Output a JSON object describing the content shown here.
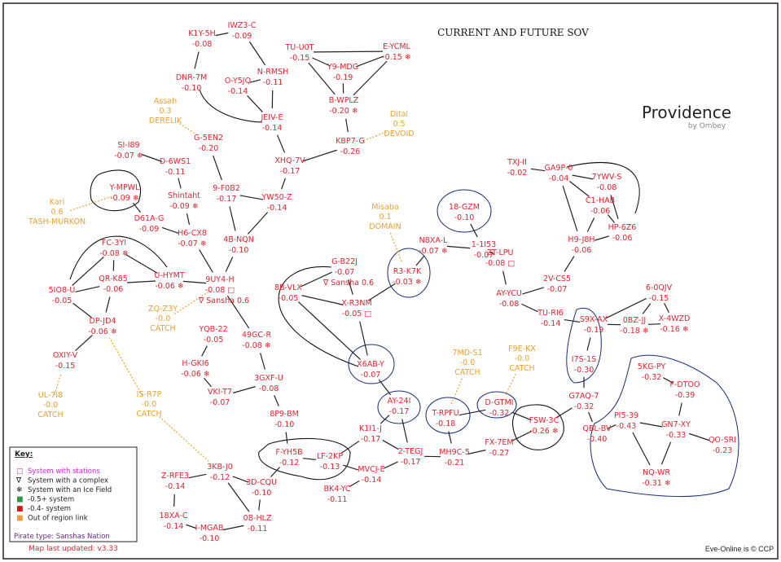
{
  "title": "CURRENT AND FUTURE SOV",
  "region": "Providence",
  "author": "by Ombey",
  "copyright": "Eve-Online is © CCP",
  "updated": "Map last updated: v3.33",
  "colors": {
    "system": "#e8232e",
    "external": "#f0a030",
    "edge": "#222222"
  },
  "key": {
    "heading": "Key:",
    "items": [
      {
        "icon": "station-icon",
        "glyph": "□",
        "label": "System with stations",
        "color": "#e020e0"
      },
      {
        "icon": "complex-icon",
        "glyph": "∇",
        "label": "System with a complex",
        "color": "#111111"
      },
      {
        "icon": "ice-field-icon",
        "glyph": "❄",
        "label": "System with an Ice Field",
        "color": "#111111"
      },
      {
        "icon": "green-square-icon",
        "glyph": "■",
        "label": "-0.5+ system",
        "color": "#2a9a50"
      },
      {
        "icon": "red-square-icon",
        "glyph": "■",
        "label": "-0.4- system",
        "color": "#e81010"
      },
      {
        "icon": "orange-square-icon",
        "glyph": "■",
        "label": "Out of region link",
        "color": "#f0a030"
      }
    ],
    "pirate": "Pirate type: Sanshas Nation"
  },
  "systems": [
    {
      "n": "K1Y-5H",
      "s": "-0.08"
    },
    {
      "n": "IWZ3-C",
      "s": "-0.09"
    },
    {
      "n": "TU-U0T",
      "s": "-0.15"
    },
    {
      "n": "E-YCML",
      "s": "-0.15",
      "ice": true
    },
    {
      "n": "DNR-7M",
      "s": "-0.10"
    },
    {
      "n": "N-RMSH",
      "s": "-0.11"
    },
    {
      "n": "O-Y5JQ",
      "s": "-0.14"
    },
    {
      "n": "Y9-MDG",
      "s": "-0.19"
    },
    {
      "n": "JEIV-E",
      "s": "-0.14"
    },
    {
      "n": "B-WPLZ",
      "s": "-0.20",
      "ice": true
    },
    {
      "n": "G-5EN2",
      "s": "-0.20"
    },
    {
      "n": "KBP7-G",
      "s": "-0.26"
    },
    {
      "n": "XHQ-7V",
      "s": "-0.17"
    },
    {
      "n": "SI-I89",
      "s": "-0.07",
      "ice": true
    },
    {
      "n": "D-6WS1",
      "s": "-0.11"
    },
    {
      "n": "Y-MPWL",
      "s": "-0.09",
      "ice": true
    },
    {
      "n": "Shintaht",
      "s": "-0.09",
      "ice": true
    },
    {
      "n": "9-F0B2",
      "s": "-0.17"
    },
    {
      "n": "YW50-Z",
      "s": "-0.14"
    },
    {
      "n": "D61A-G",
      "s": "-0.09"
    },
    {
      "n": "H6-CX8",
      "s": "-0.07",
      "ice": true
    },
    {
      "n": "4B-NQN",
      "s": "-0.10"
    },
    {
      "n": "FC-3YI",
      "s": "-0.08",
      "ice": true
    },
    {
      "n": "G-B22J",
      "s": "-0.07",
      "cx": "∇ Sansha 0.6"
    },
    {
      "n": "QR-K85",
      "s": "-0.06"
    },
    {
      "n": "U-HYMT",
      "s": "-0.06",
      "ice": true
    },
    {
      "n": "9UY4-H",
      "s": "-0.08",
      "st": true,
      "cx": "∇ Sansha 0.6"
    },
    {
      "n": "8B-VLX",
      "s": "-0.05"
    },
    {
      "n": "X-R3NM",
      "s": "-0.05",
      "st": true
    },
    {
      "n": "5IO8-U",
      "s": "-0.05"
    },
    {
      "n": "DP-JD4",
      "s": "-0.06",
      "ice": true
    },
    {
      "n": "YQB-22",
      "s": "-0.05"
    },
    {
      "n": "49GC-R",
      "s": "-0.08",
      "ice": true
    },
    {
      "n": "OXIY-V",
      "s": "-0.15"
    },
    {
      "n": "H-GKI6",
      "s": "-0.06",
      "ice": true
    },
    {
      "n": "X6AB-Y",
      "s": "-0.07"
    },
    {
      "n": "3GXF-U",
      "s": "-0.08"
    },
    {
      "n": "VKI-T7",
      "s": "-0.07"
    },
    {
      "n": "8P9-BM",
      "s": "-0.10"
    },
    {
      "n": "F-YH5B",
      "s": "-0.12"
    },
    {
      "n": "LF-2KP",
      "s": "-0.13"
    },
    {
      "n": "K1I1-J",
      "s": "-0.17"
    },
    {
      "n": "AY-24I",
      "s": "-0.17"
    },
    {
      "n": "2-TEGJ",
      "s": "-0.17"
    },
    {
      "n": "MVCJ-E",
      "s": "-0.14"
    },
    {
      "n": "BK4-YC",
      "s": "-0.11"
    },
    {
      "n": "3KB-J0",
      "s": "-0.12"
    },
    {
      "n": "Z-RFE3",
      "s": "-0.14"
    },
    {
      "n": "3D-CQU",
      "s": "-0.10"
    },
    {
      "n": "18XA-C",
      "s": "-0.14"
    },
    {
      "n": "I-MGAB",
      "s": "-0.10"
    },
    {
      "n": "0B-HLZ",
      "s": "-0.11"
    },
    {
      "n": "T-RPFU",
      "s": "-0.18"
    },
    {
      "n": "D-GTMI",
      "s": "-0.32"
    },
    {
      "n": "MH9C-5",
      "s": "-0.21"
    },
    {
      "n": "FX-7EM",
      "s": "-0.27"
    },
    {
      "n": "FSW-3C",
      "s": "-0.26",
      "ice": true
    },
    {
      "n": "G7AQ-7",
      "s": "-0.32"
    },
    {
      "n": "I7S-1S",
      "s": "-0.30"
    },
    {
      "n": "QBL-BV",
      "s": "-0.40"
    },
    {
      "n": "5KG-PY",
      "s": "-0.32"
    },
    {
      "n": "F-DTOO",
      "s": "-0.39"
    },
    {
      "n": "PI5-39",
      "s": "-0.43"
    },
    {
      "n": "GN7-XY",
      "s": "-0.33"
    },
    {
      "n": "QO-SRI",
      "s": "-0.23"
    },
    {
      "n": "NQ-WR",
      "s": "-0.31",
      "ice": true
    },
    {
      "n": "18-GZM",
      "s": "-0.10"
    },
    {
      "n": "N8XA-L",
      "s": "-0.07",
      "ice": true
    },
    {
      "n": "1-1I53",
      "s": "-0.07"
    },
    {
      "n": "ZT-LPU",
      "s": "-0.08",
      "st": true
    },
    {
      "n": "R3-K7K",
      "s": "-0.03",
      "ice": true
    },
    {
      "n": "AY-YCU",
      "s": "-0.08"
    },
    {
      "n": "2V-CS5",
      "s": "-0.07"
    },
    {
      "n": "TU-RI6",
      "s": "-0.14"
    },
    {
      "n": "TXJ-II",
      "s": "-0.02"
    },
    {
      "n": "GA9P-0",
      "s": "-0.04"
    },
    {
      "n": "7YWV-S",
      "s": "-0.08"
    },
    {
      "n": "C1-HAB",
      "s": "-0.06"
    },
    {
      "n": "HP-6Z6",
      "s": "-0.06"
    },
    {
      "n": "H9-J8H",
      "s": "-0.06"
    },
    {
      "n": "6-0QJV",
      "s": "-0.15"
    },
    {
      "n": "S9X-AX",
      "s": "-0.19"
    },
    {
      "n": "0BZ-JJ",
      "s": "-0.18",
      "ice": true
    },
    {
      "n": "X-4WZD",
      "s": "-0.16",
      "ice": true
    }
  ],
  "external": [
    {
      "n": "Assah",
      "s": "0.3",
      "r": "DERELIK"
    },
    {
      "n": "Dital",
      "s": "0.5",
      "r": "DEVOID"
    },
    {
      "n": "Kari",
      "s": "0.6",
      "r": "TASH-MURKON"
    },
    {
      "n": "Misaba",
      "s": "0.1",
      "r": "DOMAIN"
    },
    {
      "n": "ZQ-Z3Y",
      "s": "-0.0",
      "r": "CATCH"
    },
    {
      "n": "UL-7I8",
      "s": "-0.0",
      "r": "CATCH"
    },
    {
      "n": "IS-R7P",
      "s": "-0.0",
      "r": "CATCH"
    },
    {
      "n": "7MD-S1",
      "s": "-0.0",
      "r": "CATCH"
    },
    {
      "n": "F9E-KX",
      "s": "-0.0",
      "r": "CATCH"
    }
  ],
  "links": [
    [
      "K1Y-5H",
      "IWZ3-C"
    ],
    [
      "K1Y-5H",
      "DNR-7M"
    ],
    [
      "IWZ3-C",
      "N-RMSH"
    ],
    [
      "N-RMSH",
      "O-Y5JQ"
    ],
    [
      "N-RMSH",
      "JEIV-E"
    ],
    [
      "O-Y5JQ",
      "JEIV-E"
    ],
    [
      "TU-U0T",
      "E-YCML"
    ],
    [
      "TU-U0T",
      "Y9-MDG"
    ],
    [
      "TU-U0T",
      "B-WPLZ"
    ],
    [
      "E-YCML",
      "Y9-MDG"
    ],
    [
      "E-YCML",
      "B-WPLZ"
    ],
    [
      "Y9-MDG",
      "B-WPLZ"
    ],
    [
      "B-WPLZ",
      "KBP7-G"
    ],
    [
      "KBP7-G",
      "XHQ-7V"
    ],
    [
      "JEIV-E",
      "XHQ-7V"
    ],
    [
      "XHQ-7V",
      "YW50-Z"
    ],
    [
      "G-5EN2",
      "9-F0B2"
    ],
    [
      "9-F0B2",
      "YW50-Z"
    ],
    [
      "9-F0B2",
      "4B-NQN"
    ],
    [
      "YW50-Z",
      "4B-NQN"
    ],
    [
      "4B-NQN",
      "9UY4-H"
    ],
    [
      "SI-I89",
      "D-6WS1"
    ],
    [
      "D-6WS1",
      "Shintaht"
    ],
    [
      "Shintaht",
      "H6-CX8"
    ],
    [
      "Y-MPWL",
      "D61A-G"
    ],
    [
      "D61A-G",
      "H6-CX8"
    ],
    [
      "H6-CX8",
      "9UY4-H"
    ],
    [
      "FC-3YI",
      "5IO8-U"
    ],
    [
      "FC-3YI",
      "QR-K85"
    ],
    [
      "FC-3YI",
      "U-HYMT"
    ],
    [
      "5IO8-U",
      "QR-K85"
    ],
    [
      "QR-K85",
      "U-HYMT"
    ],
    [
      "QR-K85",
      "DP-JD4"
    ],
    [
      "5IO8-U",
      "DP-JD4"
    ],
    [
      "U-HYMT",
      "9UY4-H"
    ],
    [
      "DP-JD4",
      "OXIY-V"
    ],
    [
      "9UY4-H",
      "49GC-R"
    ],
    [
      "49GC-R",
      "3GXF-U"
    ],
    [
      "YQB-22",
      "H-GKI6"
    ],
    [
      "H-GKI6",
      "VKI-T7"
    ],
    [
      "VKI-T7",
      "3GXF-U"
    ],
    [
      "3GXF-U",
      "8P9-BM"
    ],
    [
      "8P9-BM",
      "F-YH5B"
    ],
    [
      "F-YH5B",
      "LF-2KP"
    ],
    [
      "LF-2KP",
      "K1I1-J"
    ],
    [
      "LF-2KP",
      "MVCJ-E"
    ],
    [
      "F-YH5B",
      "3D-CQU"
    ],
    [
      "3KB-J0",
      "Z-RFE3"
    ],
    [
      "3KB-J0",
      "3D-CQU"
    ],
    [
      "3KB-J0",
      "0B-HLZ"
    ],
    [
      "Z-RFE3",
      "18XA-C"
    ],
    [
      "18XA-C",
      "I-MGAB"
    ],
    [
      "I-MGAB",
      "0B-HLZ"
    ],
    [
      "0B-HLZ",
      "3D-CQU"
    ],
    [
      "MVCJ-E",
      "BK4-YC"
    ],
    [
      "MVCJ-E",
      "2-TEGJ"
    ],
    [
      "K1I1-J",
      "2-TEGJ"
    ],
    [
      "K1I1-J",
      "AY-24I"
    ],
    [
      "AY-24I",
      "2-TEGJ"
    ],
    [
      "X6AB-Y",
      "AY-24I"
    ],
    [
      "8B-VLX",
      "G-B22J"
    ],
    [
      "8B-VLX",
      "X-R3NM"
    ],
    [
      "8B-VLX",
      "X6AB-Y"
    ],
    [
      "G-B22J",
      "X-R3NM"
    ],
    [
      "X-R3NM",
      "X6AB-Y"
    ],
    [
      "X-R3NM",
      "R3-K7K"
    ],
    [
      "R3-K7K",
      "N8XA-L"
    ],
    [
      "N8XA-L",
      "1-1I53"
    ],
    [
      "1-1I53",
      "18-GZM"
    ],
    [
      "1-1I53",
      "ZT-LPU"
    ],
    [
      "ZT-LPU",
      "AY-YCU"
    ],
    [
      "AY-YCU",
      "2V-CS5"
    ],
    [
      "2V-CS5",
      "H9-J8H"
    ],
    [
      "AY-YCU",
      "TU-RI6"
    ],
    [
      "TU-RI6",
      "S9X-AX"
    ],
    [
      "TXJ-II",
      "GA9P-0"
    ],
    [
      "GA9P-0",
      "7YWV-S"
    ],
    [
      "GA9P-0",
      "C1-HAB"
    ],
    [
      "GA9P-0",
      "H9-J8H"
    ],
    [
      "7YWV-S",
      "HP-6Z6"
    ],
    [
      "C1-HAB",
      "HP-6Z6"
    ],
    [
      "C1-HAB",
      "H9-J8H"
    ],
    [
      "H9-J8H",
      "HP-6Z6"
    ],
    [
      "S9X-AX",
      "6-0QJV"
    ],
    [
      "S9X-AX",
      "0BZ-JJ"
    ],
    [
      "0BZ-JJ",
      "X-4WZD"
    ],
    [
      "6-0QJV",
      "0BZ-JJ"
    ],
    [
      "6-0QJV",
      "X-4WZD"
    ],
    [
      "S9X-AX",
      "I7S-1S"
    ],
    [
      "I7S-1S",
      "G7AQ-7"
    ],
    [
      "G7AQ-7",
      "FSW-3C"
    ],
    [
      "G7AQ-7",
      "QBL-BV"
    ],
    [
      "FSW-3C",
      "D-GTMI"
    ],
    [
      "FSW-3C",
      "FX-7EM"
    ],
    [
      "D-GTMI",
      "T-RPFU"
    ],
    [
      "T-RPFU",
      "MH9C-5"
    ],
    [
      "MH9C-5",
      "FX-7EM"
    ],
    [
      "2-TEGJ",
      "MH9C-5"
    ],
    [
      "QBL-BV",
      "PI5-39"
    ],
    [
      "PI5-39",
      "GN7-XY"
    ],
    [
      "PI5-39",
      "NQ-WR"
    ],
    [
      "GN7-XY",
      "F-DTOO"
    ],
    [
      "5KG-PY",
      "F-DTOO"
    ],
    [
      "GN7-XY",
      "QO-SRI"
    ],
    [
      "GN7-XY",
      "NQ-WR"
    ]
  ],
  "external_links": [
    [
      "Assah",
      "G-5EN2"
    ],
    [
      "Dital",
      "KBP7-G"
    ],
    [
      "Kari",
      "Y-MPWL"
    ],
    [
      "ZQ-Z3Y",
      "9UY4-H"
    ],
    [
      "UL-7I8",
      "OXIY-V"
    ],
    [
      "IS-R7P",
      "DP-JD4"
    ],
    [
      "IS-R7P",
      "3KB-J0"
    ],
    [
      "Misaba",
      "R3-K7K"
    ],
    [
      "7MD-S1",
      "T-RPFU"
    ],
    [
      "F9E-KX",
      "D-GTMI"
    ]
  ]
}
